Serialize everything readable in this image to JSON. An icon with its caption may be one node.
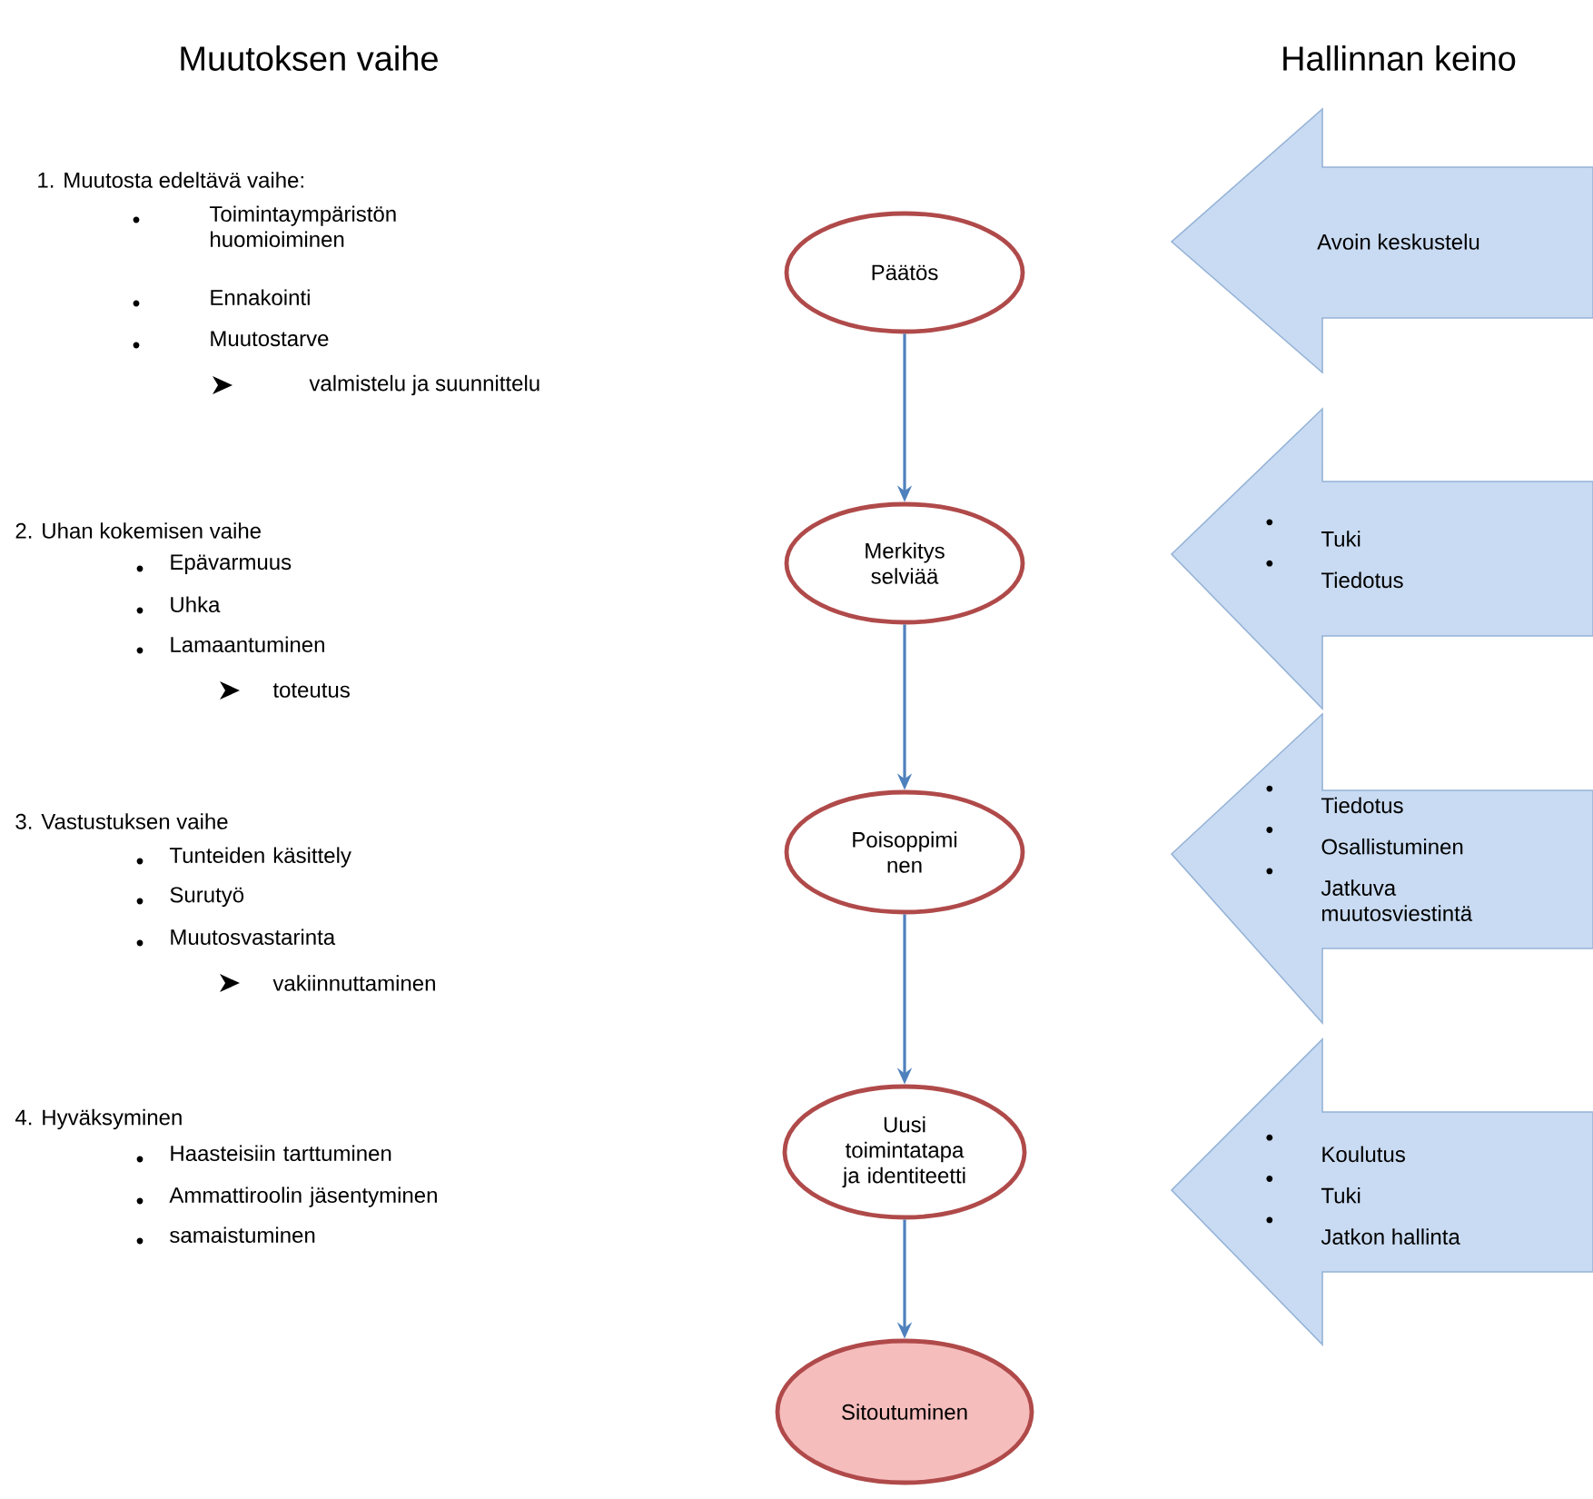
{
  "diagram": {
    "nodes": [
      {
        "text": [
          "Päätös"
        ]
      },
      {
        "text": [
          "Merkitys selviää"
        ]
      },
      {
        "text": [
          "Poisoppimi nen"
        ]
      },
      {
        "text": [
          "Uusi toimintatapa ja identiteetti"
        ]
      },
      {
        "text": [
          "Sitoutuminen"
        ]
      },
      {
        "text": [
          "Avoin keskustelu"
        ]
      },
      {
        "text": [
          "Tuki",
          "Tiedotus"
        ]
      },
      {
        "text": [
          "Tiedotus",
          "Osallistuminen",
          "Jatkuva muutosviestintä"
        ]
      },
      {
        "text": [
          "Koulutus",
          "Tuki",
          "Jatkon hallinta"
        ]
      }
    ],
    "edges": [
      {
        "from": 0,
        "to": 1,
        "arrow": "to"
      },
      {
        "from": 1,
        "to": 2,
        "arrow": "to"
      },
      {
        "from": 2,
        "to": 3,
        "arrow": "to"
      },
      {
        "from": 3,
        "to": 4,
        "arrow": "to"
      }
    ],
    "labels": [
      "Muutoksen vaihe",
      "Hallinnan keino",
      "1. Muutosta edeltävä vaihe:",
      "Toimintaympäristön huomioiminen",
      "Ennakointi",
      "Muutostarve",
      "valmistelu ja suunnittelu",
      "2. Uhan kokemisen vaihe",
      "Epävarmuus",
      "Uhka",
      "Lamaantuminen",
      "toteutus",
      "3. Vastustuksen vaihe",
      "Tunteiden käsittely",
      "Surutyö",
      "Muutosvastarinta",
      "vakiinnuttaminen",
      "4. Hyväksyminen",
      "Haasteisiin tarttuminen",
      "Ammattiroolin jäsentyminen",
      "samaistuminen"
    ]
  }
}
